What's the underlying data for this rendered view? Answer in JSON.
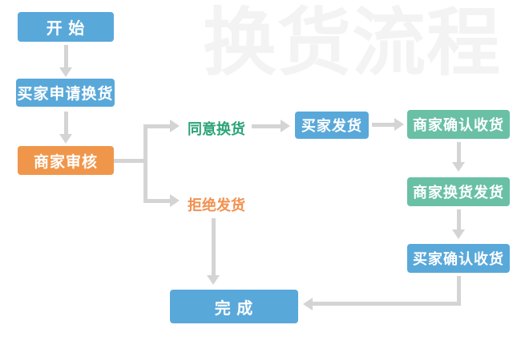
{
  "watermark": "换货流程",
  "nodes": {
    "start": "开 始",
    "buyer_apply": "买家申请换货",
    "merchant_review": "商家审核",
    "agree_label": "同意换货",
    "refuse_label": "拒绝发货",
    "buyer_ship": "买家发货",
    "merchant_confirm_receipt": "商家确认收货",
    "merchant_exchange_ship": "商家换货发货",
    "buyer_confirm_receipt": "买家确认收货",
    "done": "完 成"
  },
  "edges": [
    {
      "from": "start",
      "to": "buyer_apply"
    },
    {
      "from": "buyer_apply",
      "to": "merchant_review"
    },
    {
      "from": "merchant_review",
      "to": "agree_label"
    },
    {
      "from": "merchant_review",
      "to": "refuse_label"
    },
    {
      "from": "agree_label",
      "to": "buyer_ship"
    },
    {
      "from": "buyer_ship",
      "to": "merchant_confirm_receipt"
    },
    {
      "from": "merchant_confirm_receipt",
      "to": "merchant_exchange_ship"
    },
    {
      "from": "merchant_exchange_ship",
      "to": "buyer_confirm_receipt"
    },
    {
      "from": "buyer_confirm_receipt",
      "to": "done"
    },
    {
      "from": "refuse_label",
      "to": "done"
    }
  ],
  "colors": {
    "node_blue": "#59a8da",
    "node_orange": "#f0964b",
    "node_teal": "#69c0a5",
    "label_green": "#2ba476",
    "label_orange": "#f29150",
    "connector_gray": "#d4d4d4",
    "watermark_gray": "#f3f3f3",
    "node_text": "#ffffff",
    "background": "#ffffff"
  }
}
